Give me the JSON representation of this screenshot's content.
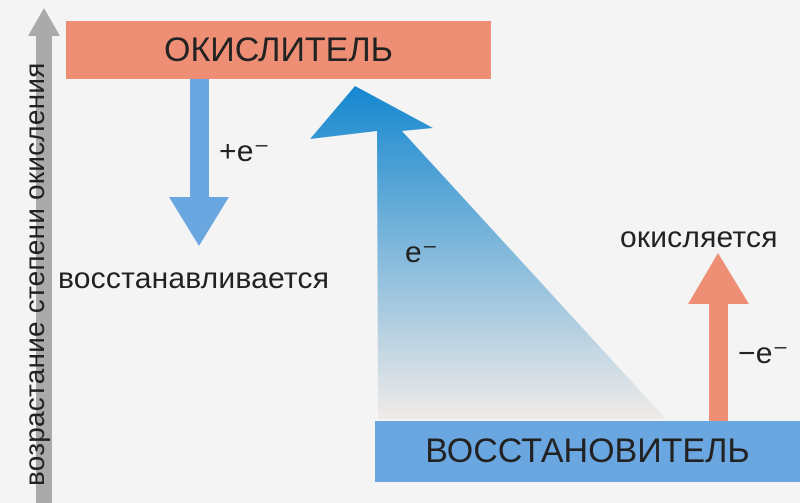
{
  "colors": {
    "background": "#f4f4f4",
    "oxidizer": "#ee8f75",
    "reducer": "#6aa7e0",
    "gain_arrow": "#6aa7e0",
    "loss_arrow": "#ee8f75",
    "transfer_arrow_top": "#1487cf",
    "transfer_arrow_bottom": "#f0ebe8",
    "axis_arrow": "#aaaaaa",
    "text": "#222222"
  },
  "diagram": {
    "oxidizer": "ОКИСЛИТЕЛЬ",
    "reducer": "ВОССТАНОВИТЕЛЬ",
    "axis_label": "возрастание степени окисления",
    "oxidizer_process": "восстанавливается",
    "reducer_process": "окисляется",
    "electron_gain": "+e⁻",
    "electron_loss": "−e⁻",
    "electron_transfer": "e⁻"
  },
  "icons": {
    "axis": "up-arrow-icon",
    "gain": "down-arrow-icon",
    "loss": "up-arrow-icon",
    "transfer": "wedge-arrow-icon"
  }
}
